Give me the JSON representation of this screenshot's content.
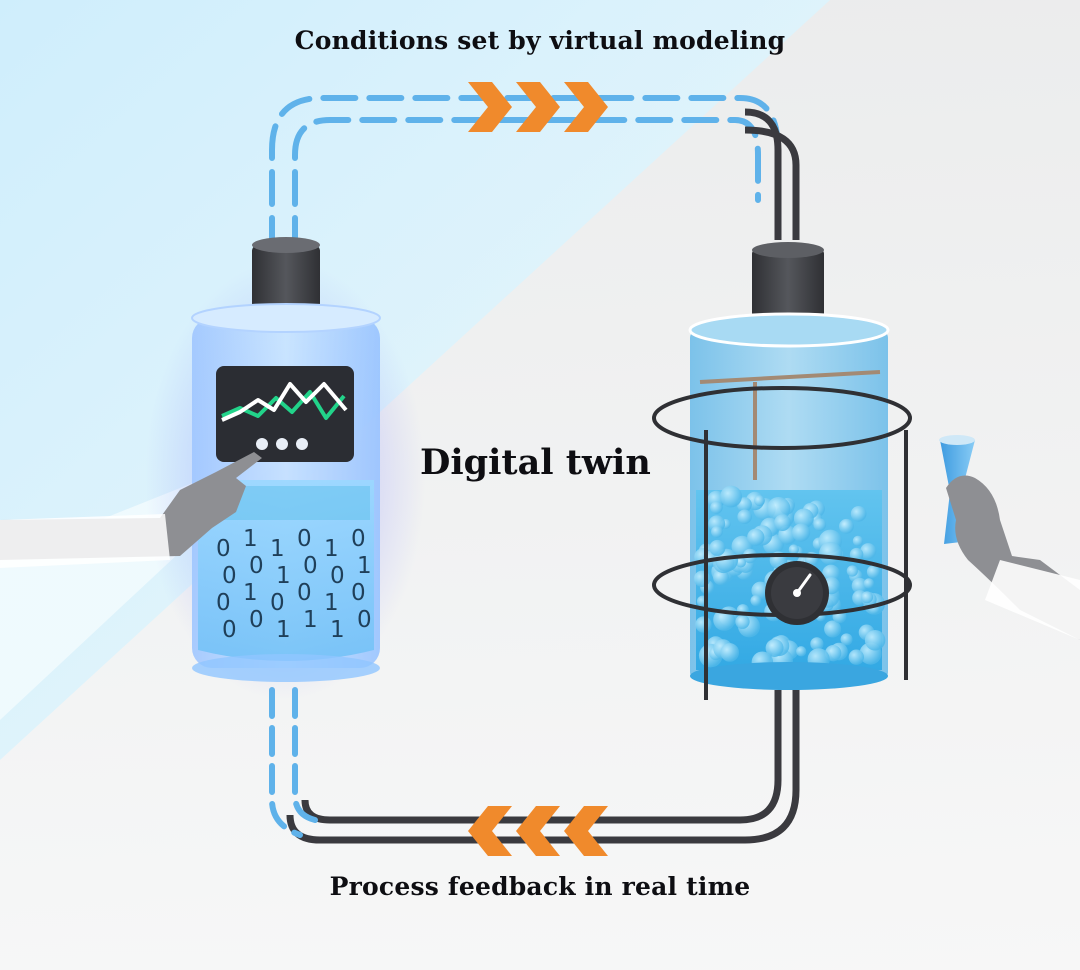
{
  "labels": {
    "top": "Conditions set by virtual modeling",
    "center": "Digital twin",
    "bottom": "Process feedback in real time"
  },
  "binary_rows": [
    [
      "0",
      "1",
      "1",
      "0",
      "1",
      "0"
    ],
    [
      "0",
      "0",
      "1",
      "0",
      "0",
      "1"
    ],
    [
      "0",
      "1",
      "0",
      "0",
      "1",
      "0"
    ],
    [
      "0",
      "0",
      "1",
      "1",
      "1",
      "0"
    ]
  ],
  "colors": {
    "virtual_blue": "#8ccbff",
    "physical_blue": "#5bb5ea",
    "arrow_orange": "#f08a2c",
    "pipe_dark": "#3a3a3f",
    "pipe_dashed": "#6bb6ea",
    "screen_line_white": "#ffffff",
    "screen_line_green": "#22d38a"
  },
  "icons": {
    "flow_arrow_top": "chevron-right-icon",
    "flow_arrow_bottom": "chevron-left-icon",
    "gauge": "gauge-icon",
    "flask": "flask-icon"
  }
}
